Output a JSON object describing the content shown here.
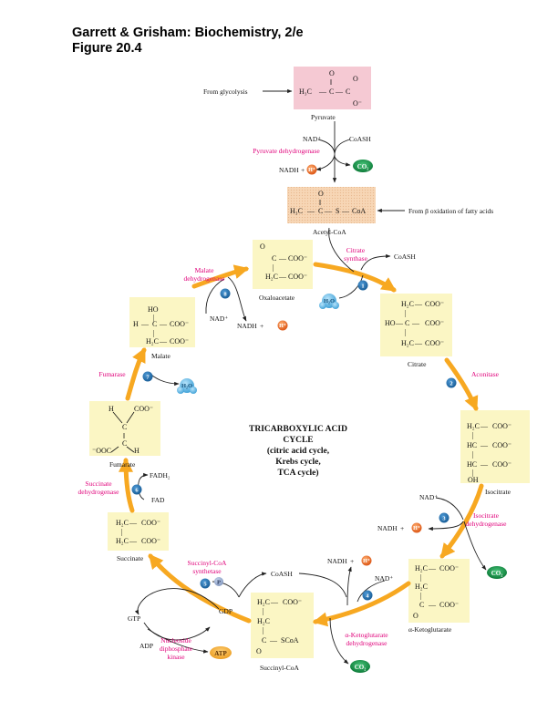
{
  "header": {
    "title_line1": "Garrett & Grisham: Biochemistry, 2/e",
    "title_line2": "Figure 20.4"
  },
  "cycle": {
    "line1": "TRICARBOXYLIC ACID",
    "line2": "CYCLE",
    "line3": "(citric acid cycle,",
    "line4": "Krebs cycle,",
    "line5": "TCA cycle)"
  },
  "molecules": {
    "pyruvate": "Pyruvate",
    "acetyl_coa": "Acetyl-CoA",
    "oxaloacetate": "Oxaloacetate",
    "citrate": "Citrate",
    "isocitrate": "Isocitrate",
    "alpha_ketoglutarate": "α-Ketoglutarate",
    "succinyl_coa": "Succinyl-CoA",
    "succinate": "Succinate",
    "fumarate": "Fumarate",
    "malate": "Malate"
  },
  "inputs": {
    "from_glycolysis": "From glycolysis",
    "from_beta_oxidation": "From β oxidation of fatty acids"
  },
  "enzymes": {
    "pyruvate_dehydrogenase": "Pyruvate dehydrogenase",
    "citrate_synthase_1": "Citrate",
    "citrate_synthase_2": "synthase",
    "aconitase": "Aconitase",
    "isocitrate_dh_1": "Isocitrate",
    "isocitrate_dh_2": "dehydrogenase",
    "akg_dh_1": "α-Ketoglutarate",
    "akg_dh_2": "dehydrogenase",
    "succinyl_synthetase_1": "Succinyl-CoA",
    "succinyl_synthetase_2": "synthetase",
    "ndk_1": "Nucleoside",
    "ndk_2": "diphosphate",
    "ndk_3": "kinase",
    "succinate_dh_1": "Succinate",
    "succinate_dh_2": "dehydrogenase",
    "fumarase": "Fumarase",
    "malate_dh_1": "Malate",
    "malate_dh_2": "dehydrogenase"
  },
  "cofactors": {
    "nad_plus": "NAD⁺",
    "nadh": "NADH",
    "plus": "+",
    "h_plus": "H⁺",
    "coash": "CoASH",
    "co2": "CO₂",
    "h2o": "H₂O",
    "gtp": "GTP",
    "gdp": "GDP",
    "adp": "ADP",
    "atp": "ATP",
    "p": "P",
    "fad": "FAD",
    "fadh2": "FADH₂"
  },
  "steps": [
    "1",
    "2",
    "3",
    "4",
    "5",
    "6",
    "7",
    "8"
  ],
  "chem": {
    "h3c": "H₃C",
    "h2c": "H₂C",
    "c": "C",
    "o": "O",
    "s": "S",
    "coa": "CoA",
    "scoa": "SCoA",
    "o_minus": "O⁻",
    "coo": "COO⁻",
    "ooc": "⁻OOC",
    "hc": "HC",
    "ho": "HO",
    "h": "H",
    "oh": "OH",
    "dash": "—",
    "dbl": "=",
    "vbar": "|",
    "dblvert": "‖"
  },
  "colors": {
    "enzyme": "#e0007a",
    "pyruvate_box": "#f5c9d3",
    "acetylcoa_box": "#f7d6b5",
    "molecule_box": "#fbf6c4",
    "cycle_arrow": "#f7a821",
    "co2": "#169a4a",
    "h_plus": "#ef6b1f",
    "water": "#4fb3e6",
    "step_badge": "#1e6fb0",
    "atp": "#f5a623"
  }
}
